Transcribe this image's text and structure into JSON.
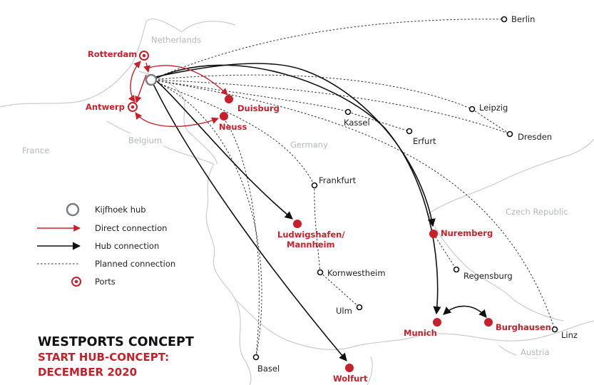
{
  "colors": {
    "red": "#c8202a",
    "black": "#111111",
    "border": "#c9ccd0",
    "dotted": "#333333"
  },
  "countries": {
    "netherlands": "Netherlands",
    "belgium": "Belgium",
    "france": "France",
    "germany": "Germany",
    "czech": "Czech Republic",
    "austria": "Austria"
  },
  "hub": {
    "name": "Kijfhoek hub"
  },
  "ports": {
    "rotterdam": "Rotterdam",
    "antwerp": "Antwerp"
  },
  "terminals": {
    "duisburg": "Duisburg",
    "neuss": "Neuss",
    "ludwigshafen_1": "Ludwigshafen/",
    "ludwigshafen_2": "Mannheim",
    "nuremberg": "Nuremberg",
    "munich": "Munich",
    "burghausen": "Burghausen",
    "wolfurt": "Wolfurt"
  },
  "planned": {
    "berlin": "Berlin",
    "leipzig": "Leipzig",
    "dresden": "Dresden",
    "kassel": "Kassel",
    "erfurt": "Erfurt",
    "frankfurt": "Frankfurt",
    "kornwestheim": "Kornwestheim",
    "ulm": "Ulm",
    "regensburg": "Regensburg",
    "basel": "Basel",
    "linz": "Linz"
  },
  "legend": {
    "hub": "Kijfhoek hub",
    "direct": "Direct connection",
    "hub_conn": "Hub connection",
    "planned": "Planned connection",
    "ports": "Ports"
  },
  "title": {
    "line1": "WESTPORTS CONCEPT",
    "line2": "START HUB-CONCEPT:",
    "line3": "DECEMBER 2020"
  }
}
